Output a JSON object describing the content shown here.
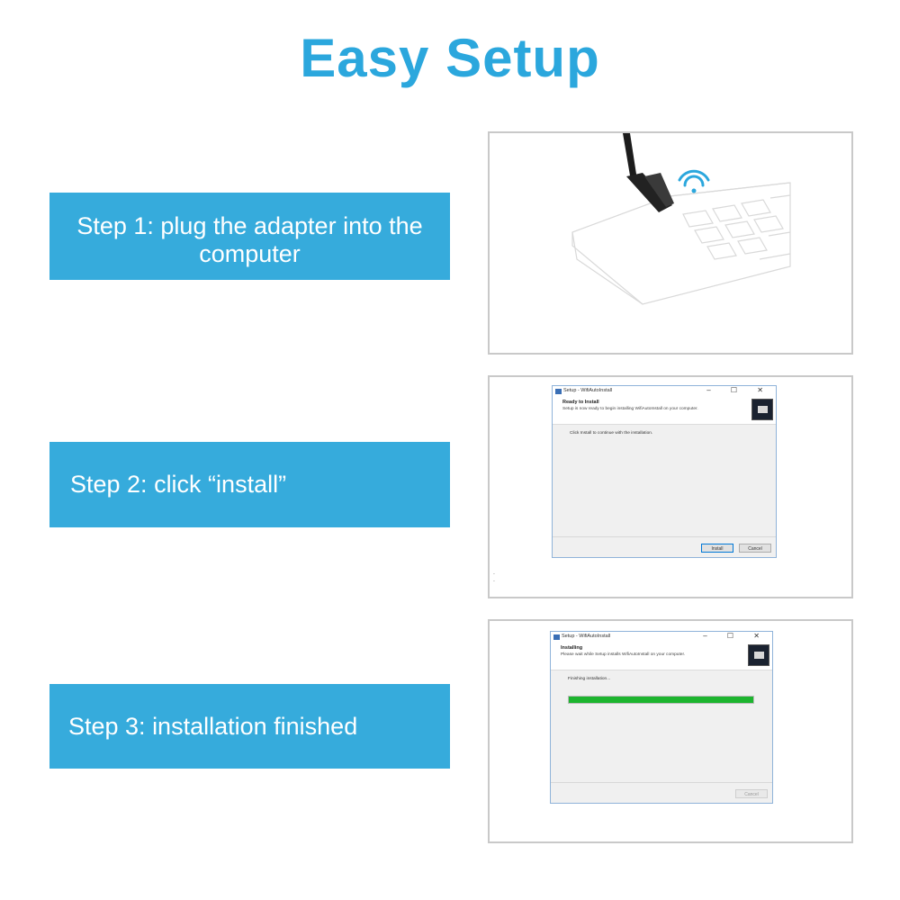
{
  "title": "Easy Setup",
  "steps": [
    {
      "line1": "Step 1: plug the adapter into the",
      "line2": "computer"
    },
    {
      "text": "Step 2: click “install”"
    },
    {
      "text": "Step 3: installation finished"
    }
  ],
  "dialog_install": {
    "window_title": "Setup - WifiAutoInstall",
    "window_controls": "– ☐ ✕",
    "heading": "Ready to Install",
    "subheading": "Setup is now ready to begin installing WifiAutoInstall on your computer.",
    "body": "Click Install to continue with the installation.",
    "install_button": "Install",
    "cancel_button": "Cancel"
  },
  "dialog_installing": {
    "window_title": "Setup - WifiAutoInstall",
    "window_controls": "– ☐ ✕",
    "heading": "Installing",
    "subheading": "Please wait while Setup installs WifiAutoInstall on your computer.",
    "status": "Finishing installation...",
    "progress_percent": 100,
    "cancel_button": "Cancel"
  },
  "colors": {
    "accent": "#2ba7dd",
    "step_box": "#36abdc",
    "progress": "#1db52f"
  },
  "icons": {
    "wifi": "wifi-icon",
    "setup": "setup-icon"
  }
}
